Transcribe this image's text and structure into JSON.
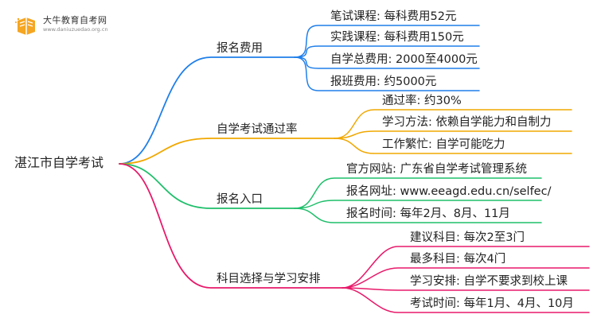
{
  "logo": {
    "title": "大牛教育自考网",
    "url": "www.daniuzuedao.org.cn",
    "icon": "book-icon"
  },
  "root": {
    "label": "湛江市自学考试"
  },
  "branches": [
    {
      "label": "报名费用",
      "color": "#1f7fea",
      "children": [
        "笔试课程: 每科费用52元",
        "实践课程: 每科费用150元",
        "自学总费用: 2000至4000元",
        "报班费用: 约5000元"
      ]
    },
    {
      "label": "自学考试通过率",
      "color": "#f0a800",
      "children": [
        "通过率: 约30%",
        "学习方法: 依赖自学能力和自制力",
        "工作繁忙: 自学可能吃力"
      ]
    },
    {
      "label": "报名入口",
      "color": "#1ebf6a",
      "children": [
        "官方网站: 广东省自学考试管理系统",
        "报名网址: www.eeagd.edu.cn/selfec/",
        "报名时间: 每年2月、8月、11月"
      ]
    },
    {
      "label": "科目选择与学习安排",
      "color": "#e8196a",
      "children": [
        "建议科目: 每次2至3门",
        "最多科目: 每次4门",
        "学习安排: 自学不要求到校上课",
        "考试时间: 每年1月、4月、10月"
      ]
    }
  ]
}
